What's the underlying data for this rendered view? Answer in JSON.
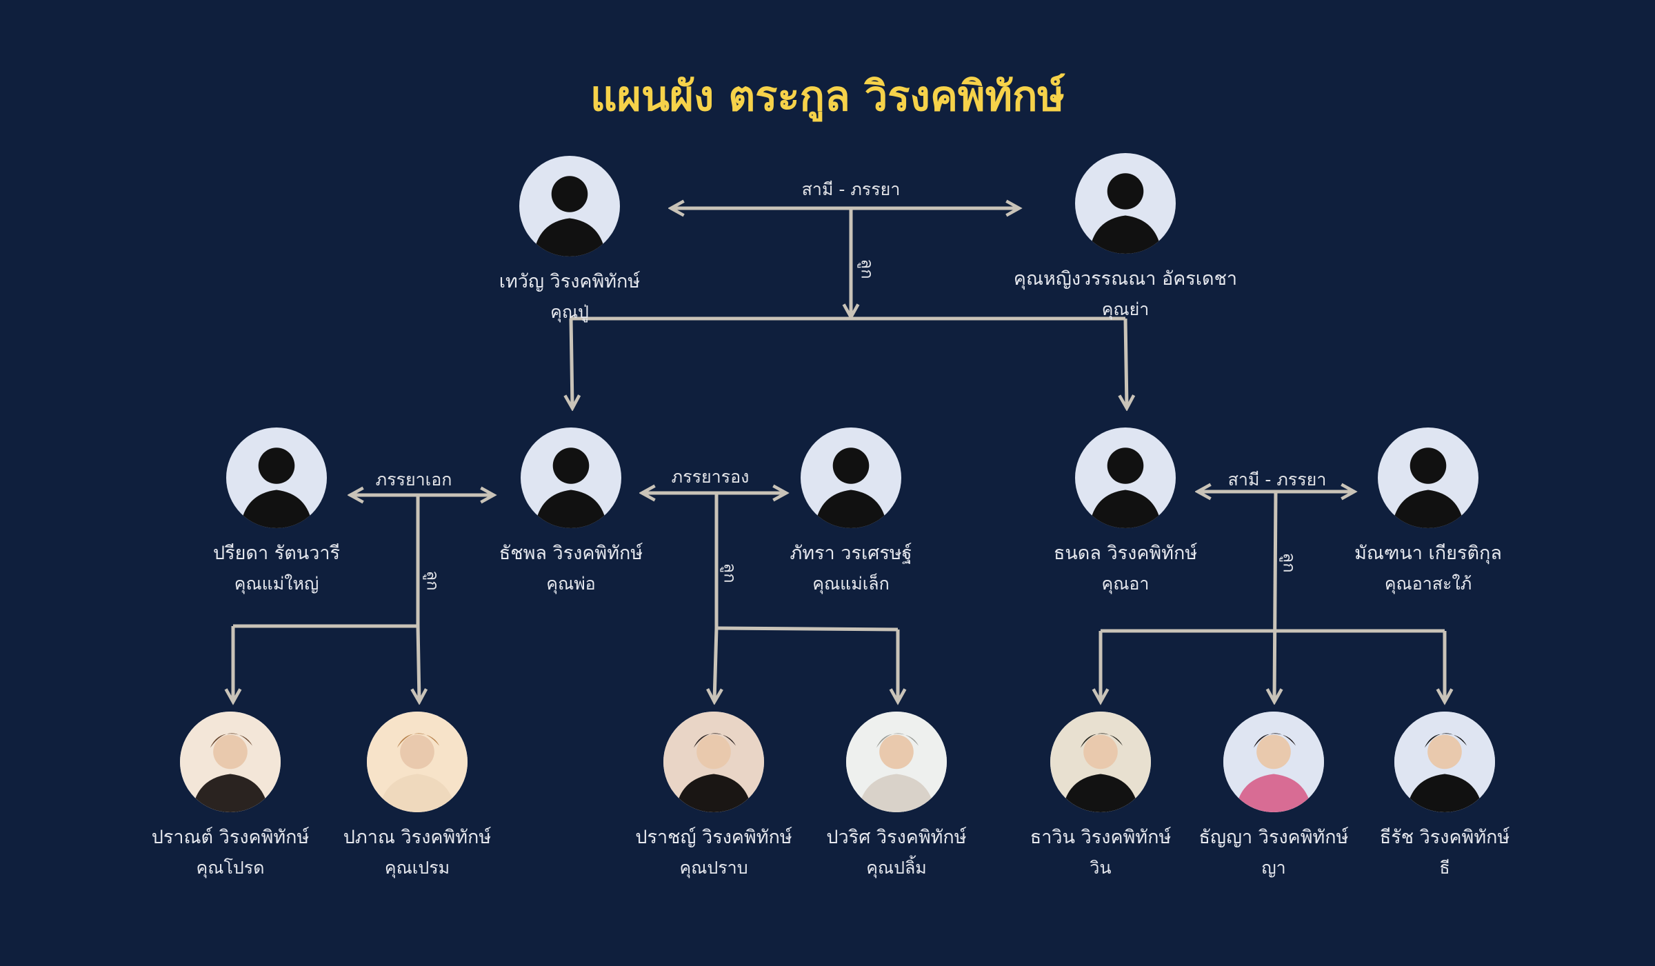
{
  "title": "แผนผัง ตระกูล วิรงคพิทักษ์",
  "relations": {
    "grandparents": "สามี - ภรรยา",
    "first_wife": "ภรรยาเอก",
    "second_wife": "ภรรยารอง",
    "uncle_couple": "สามี - ภรรยา",
    "child": "ลูก"
  },
  "people": {
    "grandfather": {
      "name": "เทวัญ วิรงคพิทักษ์",
      "role": "คุณปู่",
      "avatar": "silhouette"
    },
    "grandmother": {
      "name": "คุณหญิงวรรณณา อัครเดชา",
      "role": "คุณย่า",
      "avatar": "silhouette"
    },
    "first_wife": {
      "name": "ปรียดา รัตนวารี",
      "role": "คุณแม่ใหญ่",
      "avatar": "silhouette"
    },
    "father": {
      "name": "ธัชพล วิรงคพิทักษ์",
      "role": "คุณพ่อ",
      "avatar": "silhouette"
    },
    "second_wife": {
      "name": "ภัทรา วรเศรษฐ์",
      "role": "คุณแม่เล็ก",
      "avatar": "silhouette"
    },
    "uncle": {
      "name": "ธนดล วิรงคพิทักษ์",
      "role": "คุณอา",
      "avatar": "silhouette"
    },
    "aunt": {
      "name": "มัณฑนา เกียรติกุล",
      "role": "คุณอาสะใภ้",
      "avatar": "silhouette"
    },
    "prot": {
      "name": "ปราณต์ วิรงคพิทักษ์",
      "role": "คุณโปรด",
      "avatar": "photo"
    },
    "prem": {
      "name": "ปภาณ วิรงคพิทักษ์",
      "role": "คุณเปรม",
      "avatar": "photo"
    },
    "prab": {
      "name": "ปราชญ์ วิรงคพิทักษ์",
      "role": "คุณปราบ",
      "avatar": "photo"
    },
    "plim": {
      "name": "ปวริศ วิรงคพิทักษ์",
      "role": "คุณปลิ้ม",
      "avatar": "photo"
    },
    "win": {
      "name": "ธาวิน วิรงคพิทักษ์",
      "role": "วิน",
      "avatar": "photo"
    },
    "ya": {
      "name": "ธัญญา วิรงคพิทักษ์",
      "role": "ญา",
      "avatar": "photo"
    },
    "tee": {
      "name": "ธีรัช วิรงคพิทักษ์",
      "role": "ธี",
      "avatar": "photo"
    }
  },
  "colors": {
    "background": "#0f1f3d",
    "title": "#f6d24a",
    "line": "#c9c3b8",
    "text": "#e6e8ee"
  }
}
